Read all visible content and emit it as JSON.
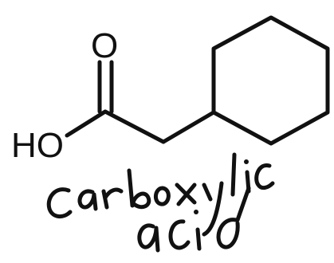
{
  "molecule": {
    "oxygen_label": "O",
    "hydroxyl_label": "HO"
  },
  "annotation": {
    "line1": "carboxylic",
    "line2": "acid"
  },
  "colors": {
    "ink": "#111111",
    "background": "#ffffff"
  }
}
